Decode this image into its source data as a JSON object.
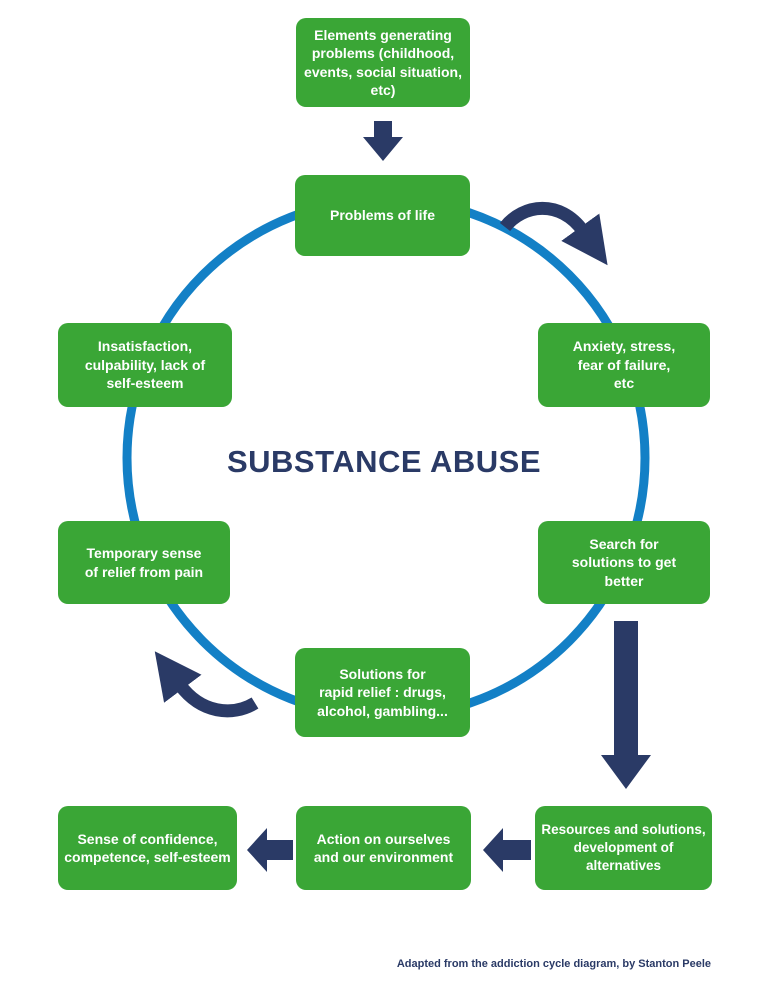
{
  "title": "SUBSTANCE ABUSE",
  "caption": "Adapted from the addiction cycle diagram, by Stanton Peele",
  "colors": {
    "box_green": "#3aa636",
    "circle_blue": "#1380c6",
    "arrow_navy": "#2a3a66",
    "box_text": "#ffffff"
  },
  "nodes": {
    "elements": "Elements generating\nproblems (childhood,\nevents, social situation,\netc)",
    "problems": "Problems of life",
    "anxiety": "Anxiety, stress,\nfear of failure,\netc",
    "insatisfaction": "Insatisfaction,\nculpability, lack of\nself-esteem",
    "search": "Search for\nsolutions to get\nbetter",
    "temporary": "Temporary sense\nof relief from pain",
    "solutions": "Solutions for\nrapid relief : drugs,\nalcohol, gambling...",
    "resources": "Resources and solutions,\ndevelopment of\nalternatives",
    "action": "Action on ourselves\nand our environment",
    "sense": "Sense of confidence,\ncompetence, self-esteem"
  }
}
